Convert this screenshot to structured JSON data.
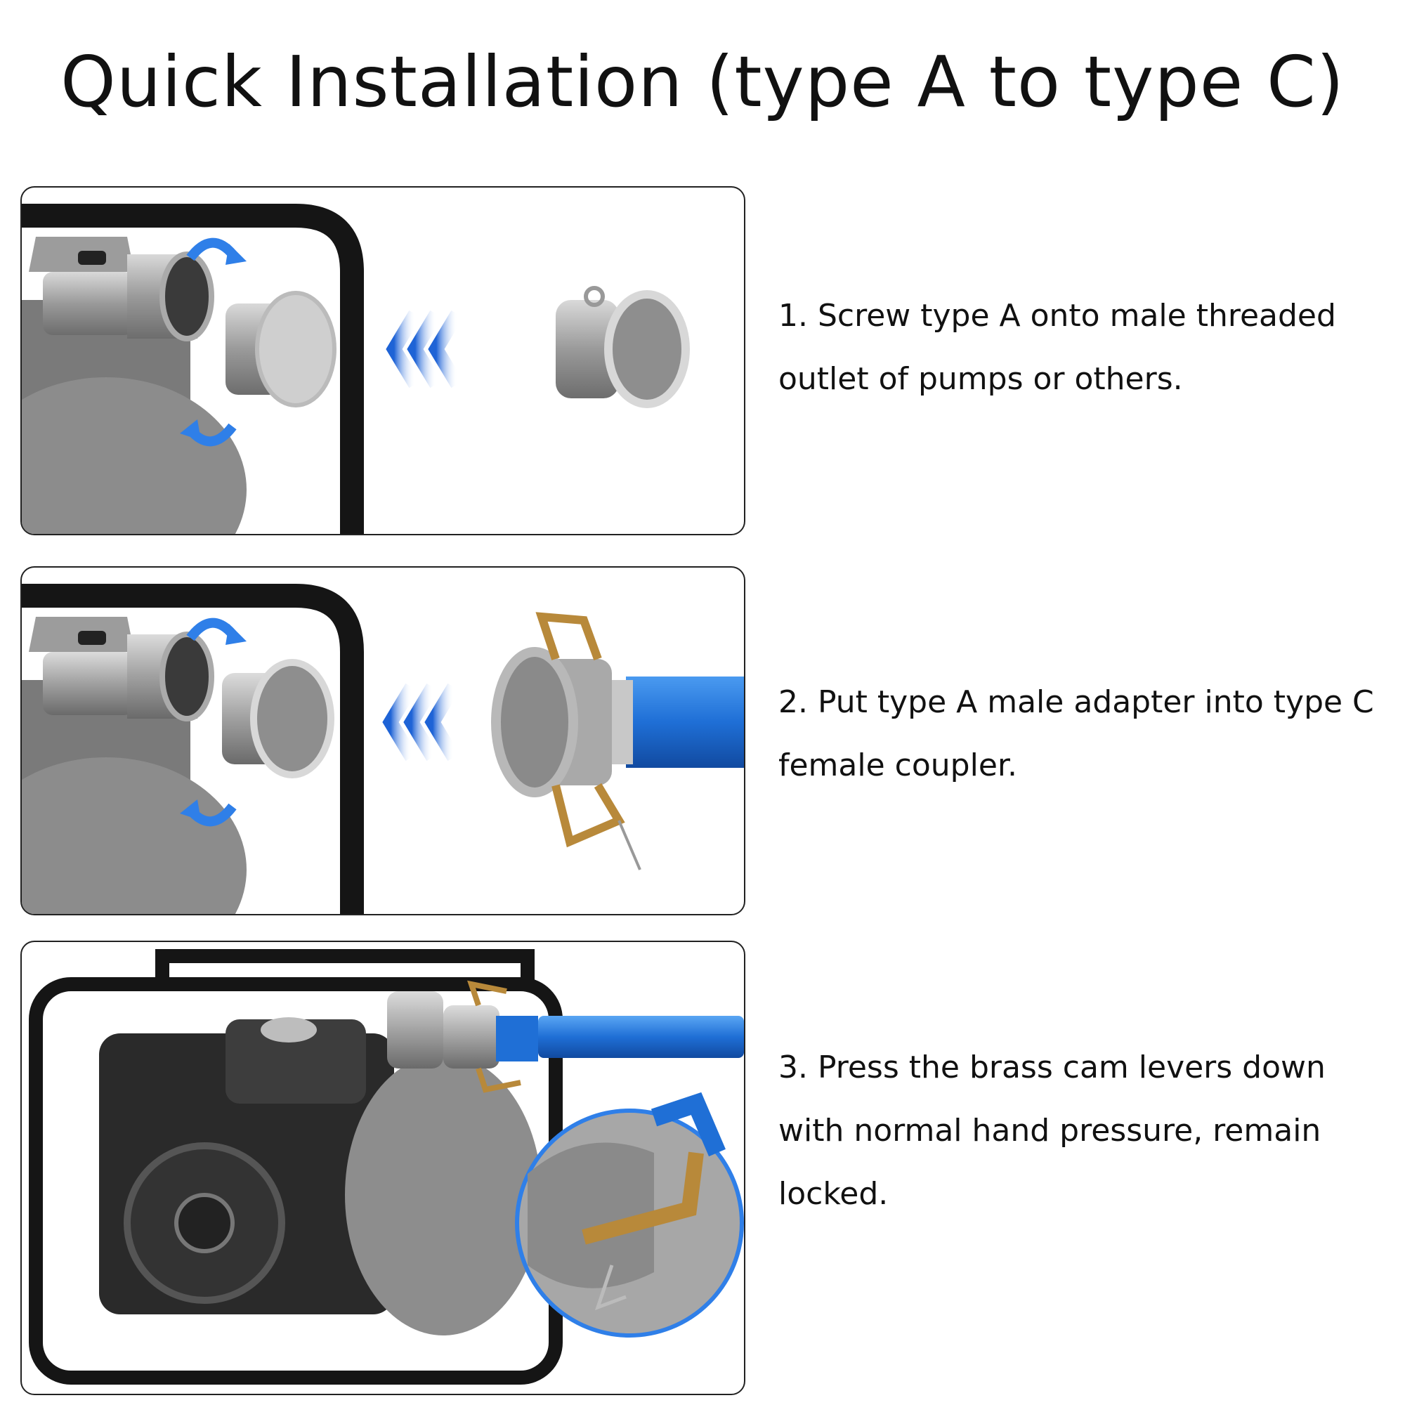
{
  "title": "Quick Installation (type A to type C)",
  "steps": [
    {
      "text": "1. Screw type A onto male threaded outlet of pumps or others."
    },
    {
      "text": "2. Put type A male adapter into type C female coupler."
    },
    {
      "text": "3. Press the brass cam levers down with normal hand pressure, remain locked."
    }
  ],
  "icons": [
    "rotate-arrow-icon",
    "chevron-arrows-icon"
  ],
  "colors": {
    "hose_blue": "#1f6fd6",
    "arrow_blue": "#2f7fe8",
    "brass": "#b8893a",
    "frame_black": "#151515"
  }
}
